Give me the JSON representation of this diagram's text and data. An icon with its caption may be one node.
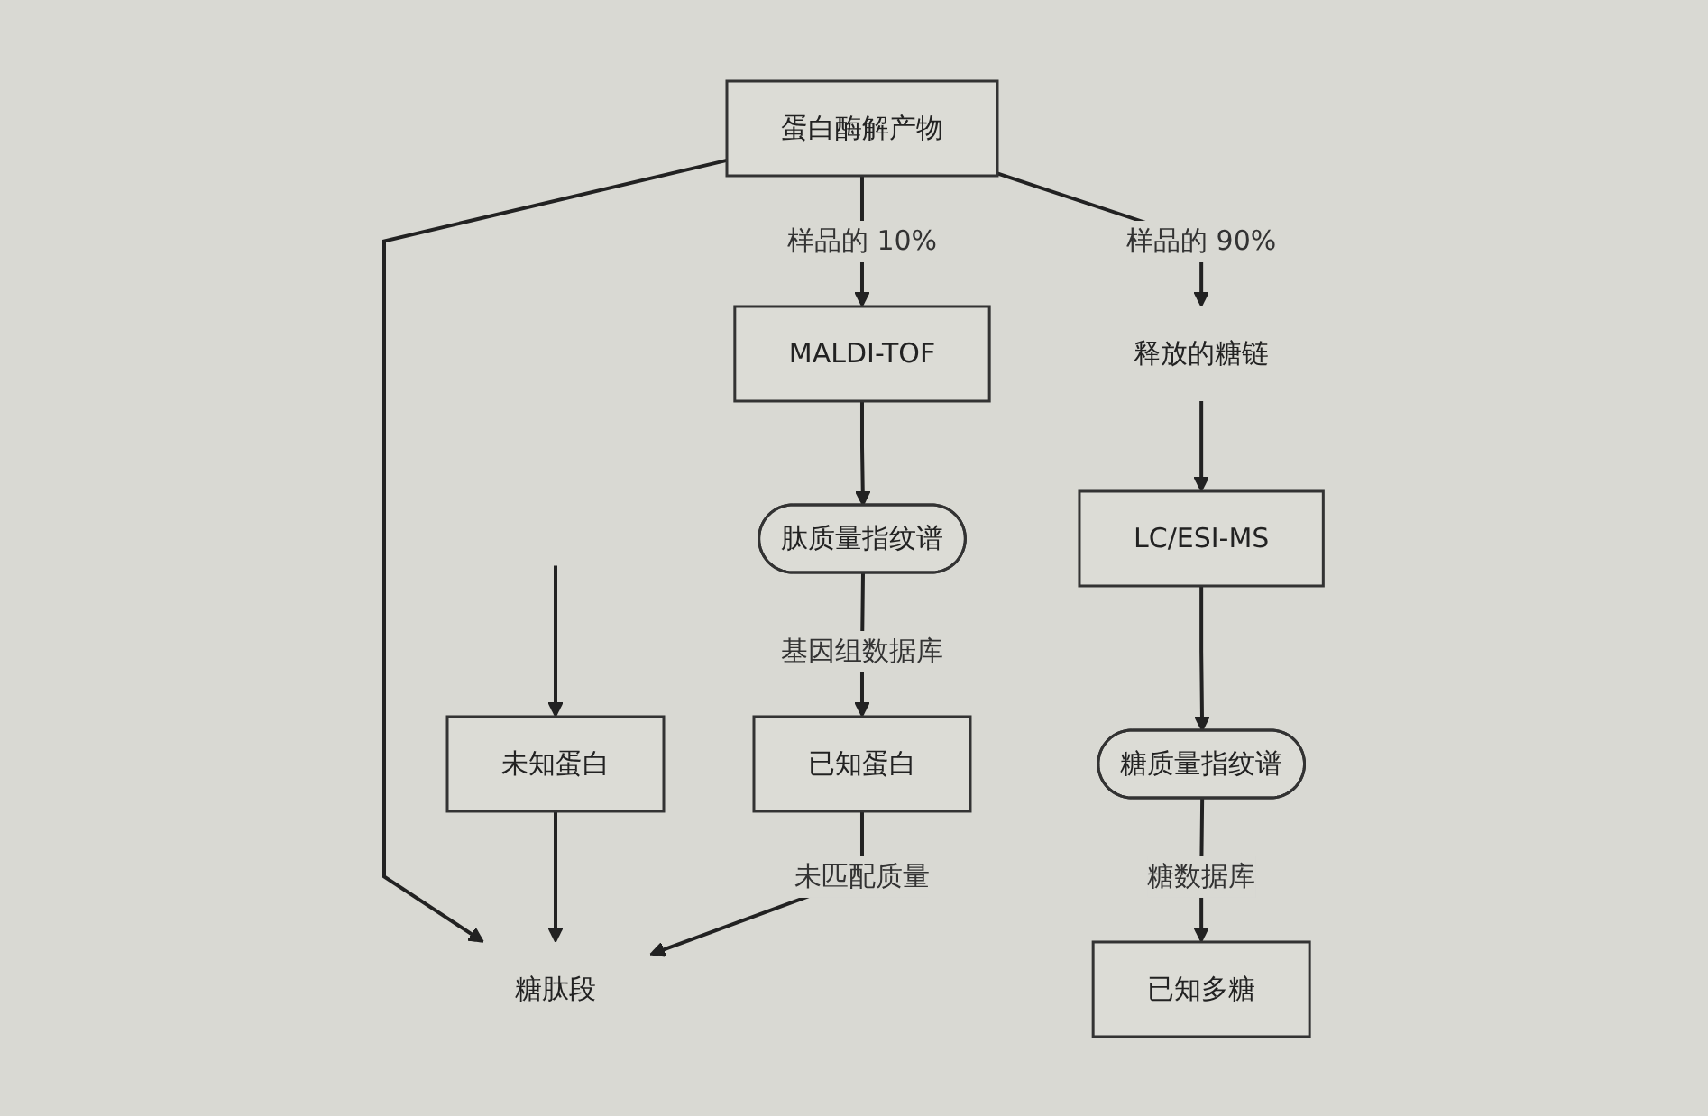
{
  "diagram": {
    "nodes": [
      {
        "text": [
          "蛋白酶解产物"
        ]
      },
      {
        "text": [
          "MALDI-TOF"
        ]
      },
      {
        "text": [
          "释放的糖链"
        ]
      },
      {
        "text": [
          "糖肽段"
        ]
      },
      {
        "text": [
          "肽质量指纹谱"
        ]
      },
      {
        "text": [
          "未知蛋白"
        ]
      },
      {
        "text": [
          "LC/ESI-MS"
        ]
      },
      {
        "text": [
          "已知蛋白"
        ]
      },
      {
        "text": [
          "糖质量指纹谱"
        ]
      },
      {
        "text": [
          "已知多糖"
        ]
      }
    ],
    "edges": [
      {
        "from": 0,
        "to": 1,
        "arrow": "to",
        "label": "样品的 10%"
      },
      {
        "from": 0,
        "to": 2,
        "arrow": "to",
        "label": "样品的 90%"
      },
      {
        "from": 0,
        "to": 3,
        "arrow": "to"
      },
      {
        "from": 1,
        "to": 4,
        "arrow": "to"
      },
      {
        "from": 2,
        "to": 6,
        "arrow": "to"
      },
      {
        "from": 6,
        "to": 8,
        "arrow": "to"
      },
      {
        "from": 8,
        "to": 9,
        "arrow": "to",
        "label": "糖数据库"
      },
      {
        "from": 4,
        "to": 7,
        "arrow": "to",
        "label": "基因组数据库"
      },
      {
        "from": null,
        "to": 5,
        "arrow": "to"
      },
      {
        "from": 5,
        "to": 3,
        "arrow": "to"
      },
      {
        "from": 7,
        "to": 3,
        "arrow": "to",
        "label": "未匹配质量"
      }
    ]
  }
}
